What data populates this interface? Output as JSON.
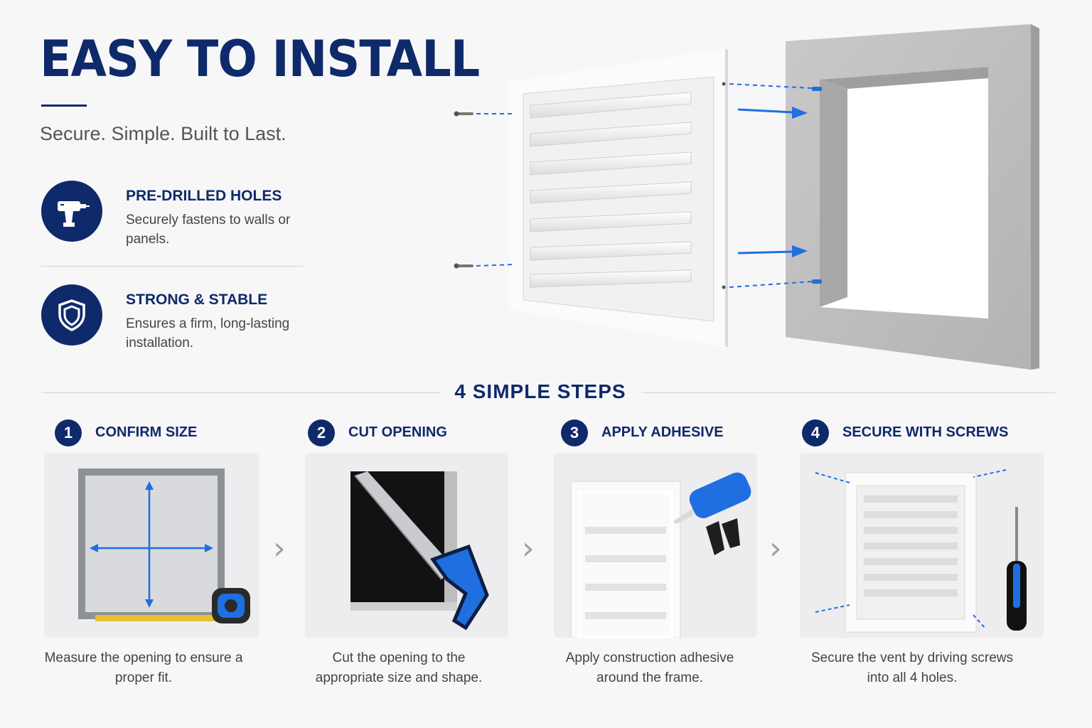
{
  "header": {
    "title": "EASY TO INSTALL",
    "tagline": "Secure. Simple. Built to Last."
  },
  "features": [
    {
      "title": "PRE-DRILLED HOLES",
      "desc": "Securely fastens to walls or panels.",
      "icon": "drill-icon"
    },
    {
      "title": "STRONG & STABLE",
      "desc": "Ensures a firm, long-lasting installation.",
      "icon": "shield-icon"
    }
  ],
  "steps_title": "4 SIMPLE STEPS",
  "steps": [
    {
      "num": "1",
      "label": "CONFIRM SIZE",
      "desc": "Measure the opening to ensure a proper fit."
    },
    {
      "num": "2",
      "label": "CUT OPENING",
      "desc": "Cut the opening to the appropriate size and shape."
    },
    {
      "num": "3",
      "label": "APPLY ADHESIVE",
      "desc": "Apply construction adhesive around the frame."
    },
    {
      "num": "4",
      "label": "SECURE WITH SCREWS",
      "desc": "Secure the vent by driving screws into all 4 holes."
    }
  ],
  "chevron": "›",
  "colors": {
    "navy": "#0f2a6b",
    "accent_blue": "#1f6fe0",
    "background": "#f7f7f8"
  }
}
